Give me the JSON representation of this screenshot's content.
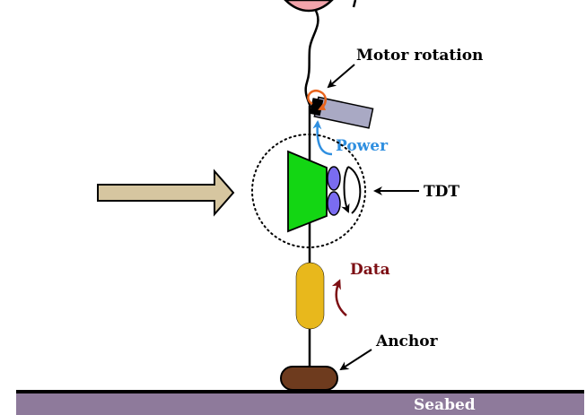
{
  "labels": {
    "motor_rotation": "Motor rotation",
    "power": "Power",
    "tdt": "TDT",
    "data": "Data",
    "anchor": "Anchor",
    "seabed": "Seabed"
  },
  "colors": {
    "line": "#000000",
    "buoy": "#f2a4ab",
    "motor_body": "#a9a9c4",
    "motor_rotation_arrow": "#e8641d",
    "power": "#2f8fe0",
    "turbine": "#13d613",
    "blades": "#7a6cf0",
    "flow_arrow": "#d6c6a0",
    "data_capsule": "#e8b81c",
    "data_arrow": "#7d0f14",
    "anchor": "#6e3b1e",
    "seabed": "#8e7a9b",
    "seabed_text": "#ffffff"
  }
}
